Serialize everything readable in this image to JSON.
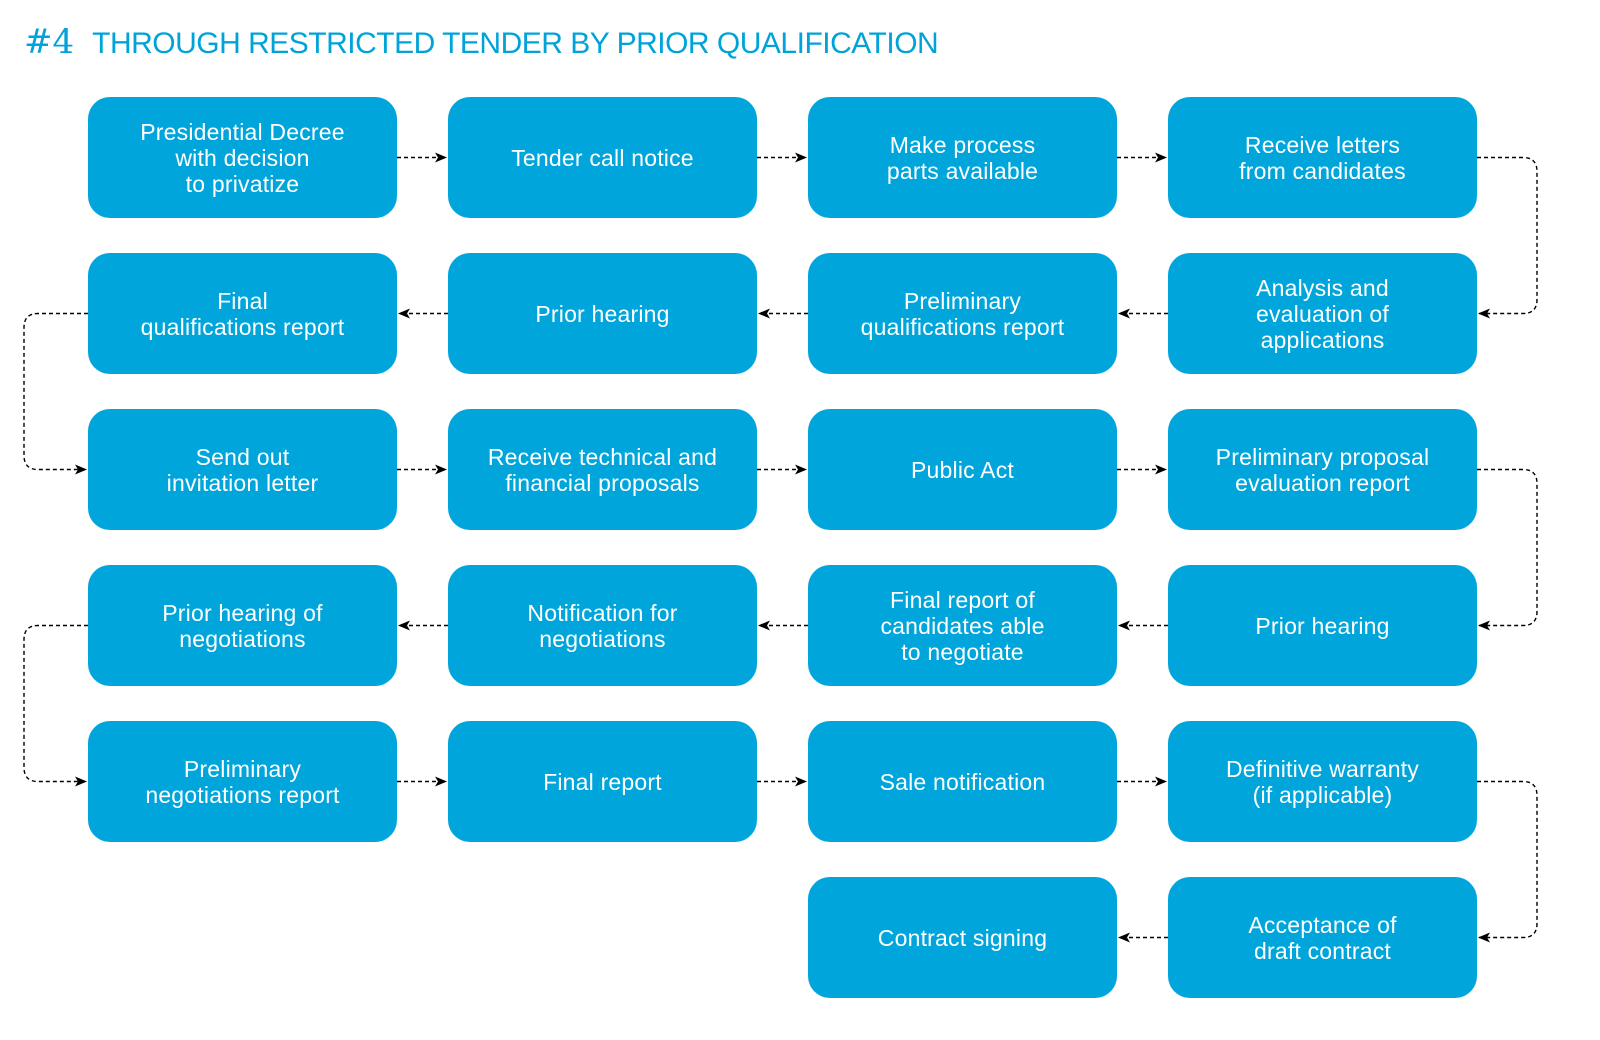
{
  "header": {
    "number": "#4",
    "title": "THROUGH RESTRICTED TENDER BY PRIOR QUALIFICATION"
  },
  "colors": {
    "accent": "#00a3d9",
    "box_fill": "#00a6db",
    "box_text": "#ffffff",
    "connector": "#000000"
  },
  "steps": [
    {
      "label": "Presidential Decree\nwith decision\nto privatize",
      "row": 0,
      "col": 0
    },
    {
      "label": "Tender call notice",
      "row": 0,
      "col": 1
    },
    {
      "label": "Make process\nparts available",
      "row": 0,
      "col": 2
    },
    {
      "label": "Receive letters\nfrom candidates",
      "row": 0,
      "col": 3
    },
    {
      "label": "Analysis and\nevaluation of\napplications",
      "row": 1,
      "col": 3
    },
    {
      "label": "Preliminary\nqualifications report",
      "row": 1,
      "col": 2
    },
    {
      "label": "Prior hearing",
      "row": 1,
      "col": 1
    },
    {
      "label": "Final\nqualifications report",
      "row": 1,
      "col": 0
    },
    {
      "label": "Send out\ninvitation letter",
      "row": 2,
      "col": 0
    },
    {
      "label": "Receive technical and\nfinancial proposals",
      "row": 2,
      "col": 1
    },
    {
      "label": "Public Act",
      "row": 2,
      "col": 2
    },
    {
      "label": "Preliminary proposal\nevaluation report",
      "row": 2,
      "col": 3
    },
    {
      "label": "Prior hearing",
      "row": 3,
      "col": 3
    },
    {
      "label": "Final report of\ncandidates able\nto negotiate",
      "row": 3,
      "col": 2
    },
    {
      "label": "Notification for\nnegotiations",
      "row": 3,
      "col": 1
    },
    {
      "label": "Prior hearing of\nnegotiations",
      "row": 3,
      "col": 0
    },
    {
      "label": "Preliminary\nnegotiations report",
      "row": 4,
      "col": 0
    },
    {
      "label": "Final report",
      "row": 4,
      "col": 1
    },
    {
      "label": "Sale notification",
      "row": 4,
      "col": 2
    },
    {
      "label": "Definitive warranty\n(if applicable)",
      "row": 4,
      "col": 3
    },
    {
      "label": "Acceptance of\ndraft contract",
      "row": 5,
      "col": 3
    },
    {
      "label": "Contract signing",
      "row": 5,
      "col": 2
    }
  ]
}
